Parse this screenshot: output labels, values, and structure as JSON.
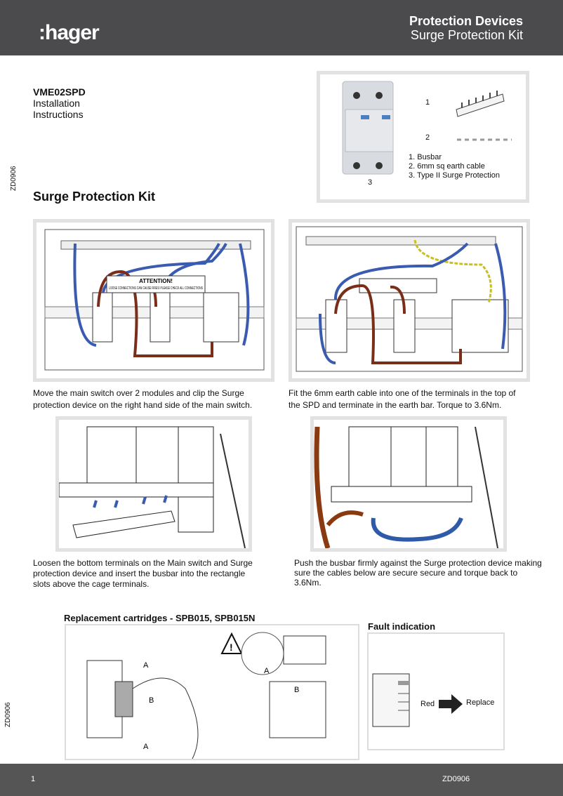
{
  "header": {
    "brand": ":hager",
    "title": "Protection Devices",
    "subtitle": "Surge Protection Kit"
  },
  "side_code": "ZD0906",
  "doc": {
    "code": "VME02SPD",
    "line1": "Installation",
    "line2": "Instructions",
    "section_title": "Surge Protection Kit"
  },
  "parts": {
    "num1": "1",
    "num2": "2",
    "num3": "3",
    "items": [
      "1. Busbar",
      "2. 6mm sq earth cable",
      "3. Type II Surge Protection"
    ]
  },
  "diagram_warning": {
    "title": "ATTENTION!",
    "text": "LOOSE CONNECTIONS CAN CAUSE FIRES! PLEASE CHECK ALL CONNECTIONS"
  },
  "steps": [
    {
      "caption": "Move the main switch over 2 modules and clip the Surge protection device on the right hand side of the main switch."
    },
    {
      "caption": "Fit the 6mm earth cable into one of the terminals in the top of the SPD and terminate in the earth bar. Torque to 3.6Nm."
    },
    {
      "caption": "Loosen the bottom terminals on the Main switch and Surge protection device and insert the busbar into the rectangle slots above the cage terminals."
    },
    {
      "caption": "Push the busbar firmly against the Surge protection device making sure the cables below are secure secure and torque back to 3.6Nm."
    }
  ],
  "replacement": {
    "title": "Replacement cartridges - SPB015, SPB015N",
    "label_a": "A",
    "label_b": "B"
  },
  "fault": {
    "title": "Fault indication",
    "red": "Red",
    "replace": "Replace"
  },
  "footer": {
    "page": "1",
    "code": "ZD0906"
  },
  "colors": {
    "header": "#4b4b4d",
    "blue_cable": "#3a5bb0",
    "brown_cable": "#7a2e1a",
    "earth_cable": "#c8c020"
  }
}
